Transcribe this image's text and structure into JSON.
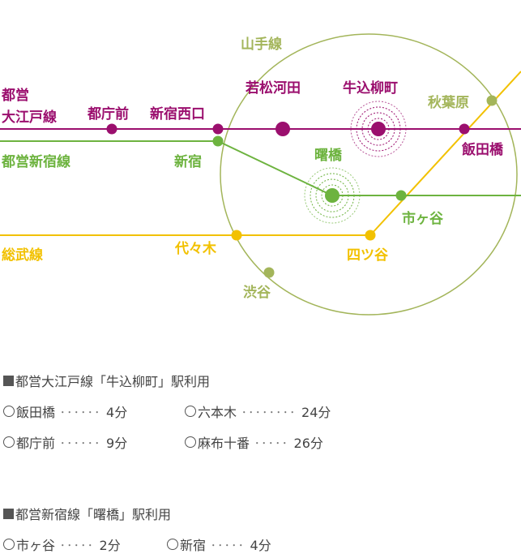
{
  "colors": {
    "oedo": "#9b0f6e",
    "shinjuku_line": "#6db33f",
    "sobu": "#f2c100",
    "chuo": "#f2c100",
    "yamanote": "#a3b55a",
    "text": "#444444"
  },
  "map": {
    "lines": {
      "oedo": "都営\n大江戸線",
      "shinjuku": "都営新宿線",
      "sobu": "総武線",
      "yamanote": "山手線"
    },
    "stations": {
      "tochomae": "都庁前",
      "shinjuku_nishiguchi": "新宿西口",
      "wakamatsu_kawada": "若松河田",
      "ushigome_yanagicho": "牛込柳町",
      "iidabashi": "飯田橋",
      "akihabara": "秋葉原",
      "shinjuku": "新宿",
      "akebonobashi": "曙橋",
      "ichigaya": "市ヶ谷",
      "yoyogi": "代々木",
      "yotsuya": "四ツ谷",
      "shibuya": "渋谷"
    }
  },
  "access": [
    {
      "heading": "都営大江戸線「牛込柳町」駅利用",
      "rows": [
        [
          {
            "station": "飯田橋",
            "dots": "･･････",
            "time": "4分"
          },
          {
            "station": "六本木",
            "dots": "････････",
            "time": "24分"
          }
        ],
        [
          {
            "station": "都庁前",
            "dots": "･･････",
            "time": "9分"
          },
          {
            "station": "麻布十番",
            "dots": "･････",
            "time": "26分"
          }
        ]
      ]
    },
    {
      "heading": "都営新宿線「曙橋」駅利用",
      "rows": [
        [
          {
            "station": "市ヶ谷",
            "dots": "･････",
            "time": "2分"
          },
          {
            "station": "新宿",
            "dots": "･････",
            "time": "4分"
          }
        ]
      ]
    }
  ]
}
